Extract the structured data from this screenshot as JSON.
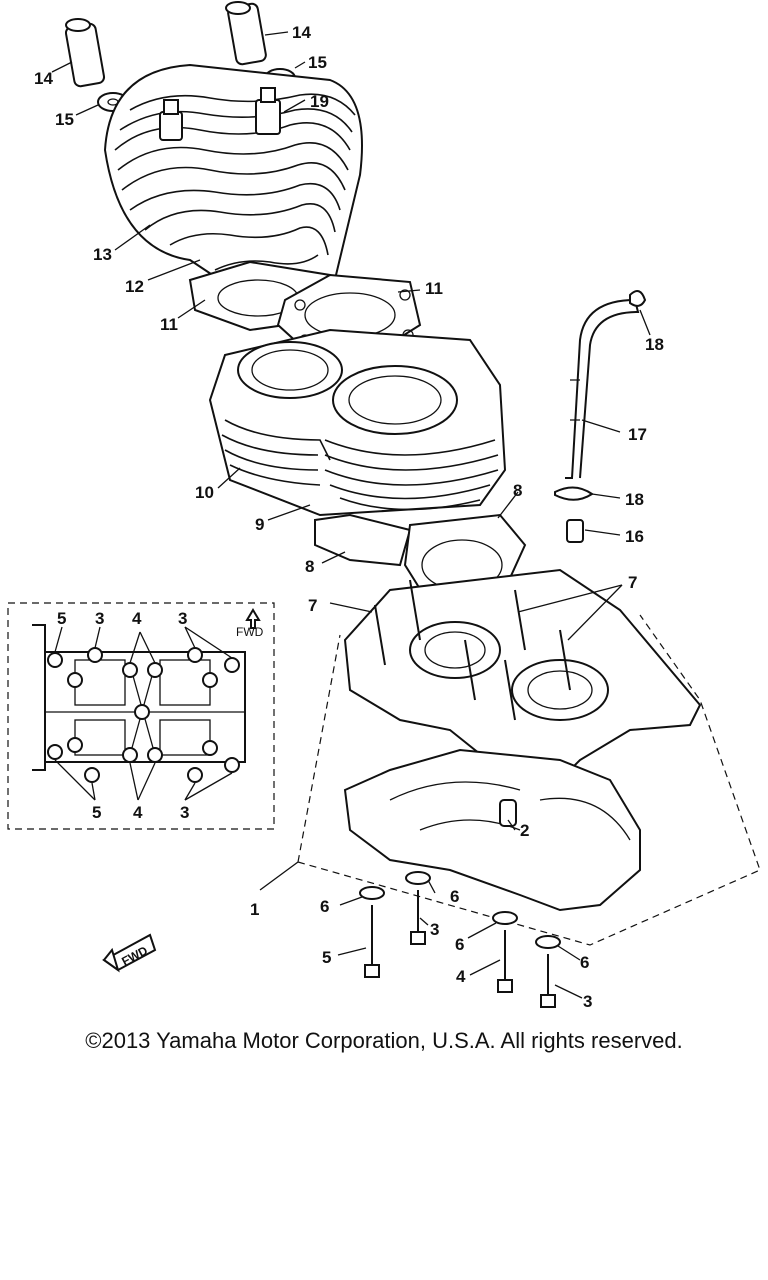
{
  "labels": {
    "p1": "1",
    "p2": "2",
    "p3a": "3",
    "p3b": "3",
    "p4": "4",
    "p5": "5",
    "p6a": "6",
    "p6b": "6",
    "p6c": "6",
    "p6d": "6",
    "p7a": "7",
    "p7b": "7",
    "p8a": "8",
    "p8b": "8",
    "p9": "9",
    "p10": "10",
    "p11a": "11",
    "p11b": "11",
    "p12": "12",
    "p13": "13",
    "p14a": "14",
    "p14b": "14",
    "p15a": "15",
    "p15b": "15",
    "p16": "16",
    "p17": "17",
    "p18a": "18",
    "p18b": "18",
    "p19": "19"
  },
  "inset": {
    "fwd": "FWD",
    "top_labels": [
      "5",
      "3",
      "4",
      "3"
    ],
    "bottom_labels": [
      "5",
      "4",
      "3"
    ]
  },
  "fwd_arrow": "FWD",
  "copyright": "©2013 Yamaha Motor Corporation, U.S.A. All rights reserved."
}
